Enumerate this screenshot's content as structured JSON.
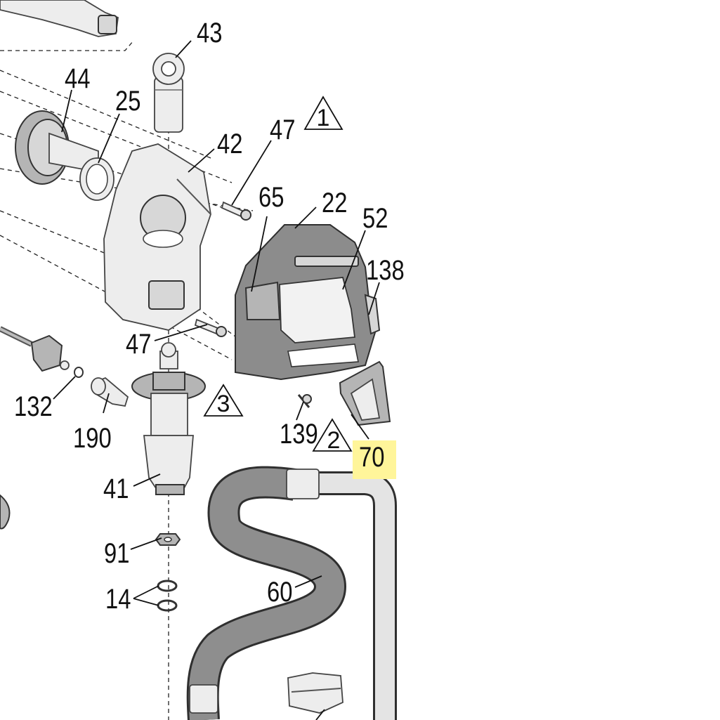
{
  "diagram": {
    "callouts": {
      "c43": "43",
      "c44": "44",
      "c25": "25",
      "c42": "42",
      "c47_top": "47",
      "c65": "65",
      "c22": "22",
      "c52": "52",
      "c138": "138",
      "c47_bottom": "47",
      "c132": "132",
      "c190": "190",
      "c139": "139",
      "c70": "70",
      "c41": "41",
      "c91": "91",
      "c14": "14",
      "c60": "60"
    },
    "notes": {
      "n1": "1",
      "n2": "2",
      "n3": "3"
    },
    "highlight": {
      "part": "70",
      "color": "#fff59a"
    }
  }
}
